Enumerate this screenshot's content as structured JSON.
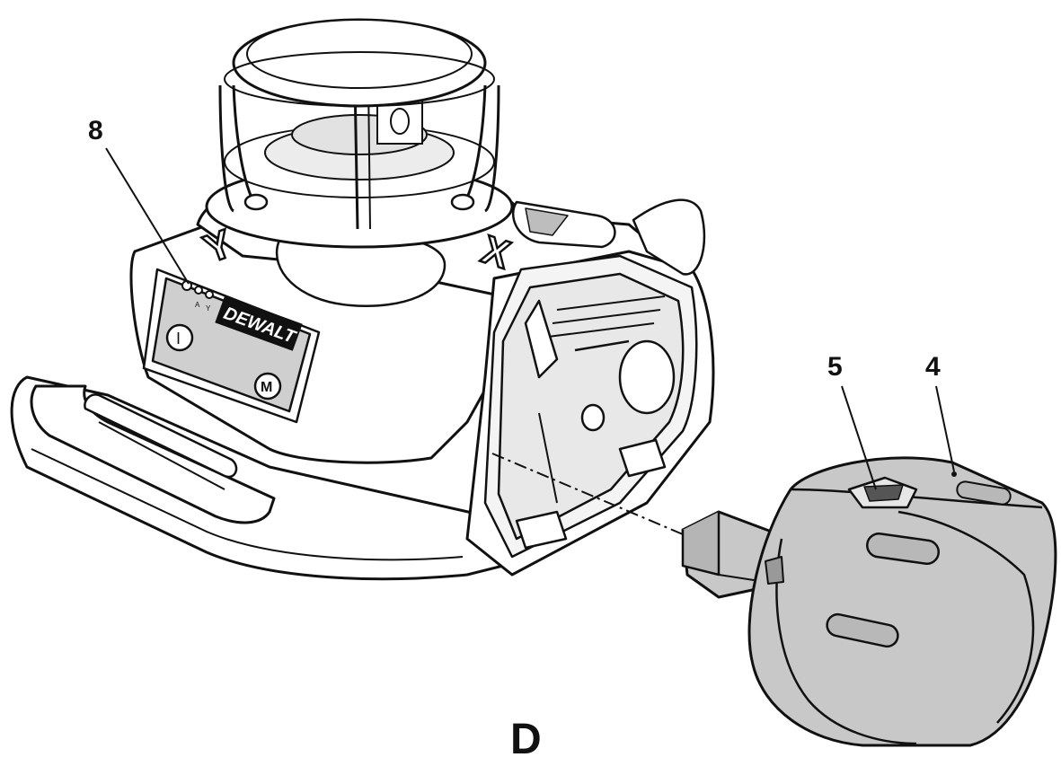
{
  "callouts": {
    "part_8": "8",
    "part_5": "5",
    "part_4": "4"
  },
  "figure_label": "D",
  "panel": {
    "brand": "DEWALT",
    "power_symbol": "I",
    "mode_symbol": "M",
    "axis_y": "Y",
    "axis_x": "X",
    "led_label_1": "A",
    "led_label_2": "Y"
  },
  "colors": {
    "ink": "#111111",
    "body_fill": "#ffffff",
    "battery_fill": "#c8c8c8",
    "panel_fill": "#cfcfcf"
  }
}
